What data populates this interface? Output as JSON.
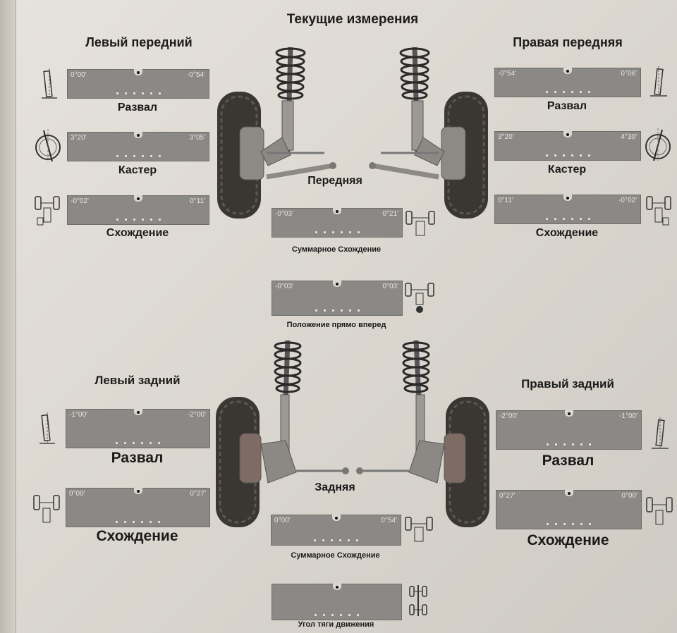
{
  "page_title": "Текущие измерения",
  "front": {
    "label": "Передняя",
    "left": {
      "title": "Левый передний",
      "camber": {
        "label": "Развал",
        "left": "0°00'",
        "right": "-0°54'"
      },
      "caster": {
        "label": "Кастер",
        "left": "3°20'",
        "right": "3°05'"
      },
      "toe": {
        "label": "Схождение",
        "left": "-0°02'",
        "right": "0°11'"
      }
    },
    "right": {
      "title": "Правая передняя",
      "camber": {
        "label": "Развал",
        "left": "-0°54'",
        "right": "0°06'"
      },
      "caster": {
        "label": "Кастер",
        "left": "3°20'",
        "right": "4°30'"
      },
      "toe": {
        "label": "Схождение",
        "left": "0°11'",
        "right": "-0°02'"
      }
    },
    "total_toe": {
      "label": "Суммарное Схождение",
      "left": "-0°03'",
      "right": "0°21'"
    },
    "straight_ahead": {
      "label": "Положение прямо вперед",
      "left": "-0°03'",
      "right": "0°03'"
    }
  },
  "rear": {
    "label": "Задняя",
    "left": {
      "title": "Левый задний",
      "camber": {
        "label": "Развал",
        "left": "-1°00'",
        "right": "-2°00'"
      },
      "toe": {
        "label": "Схождение",
        "left": "0°00'",
        "right": "0°27'"
      }
    },
    "right": {
      "title": "Правый задний",
      "camber": {
        "label": "Развал",
        "left": "-2°00'",
        "right": "-1°00'"
      },
      "toe": {
        "label": "Схождение",
        "left": "0°27'",
        "right": "0°00'"
      }
    },
    "total_toe": {
      "label": "Суммарное Схождение",
      "left": "0°00'",
      "right": "0°54'"
    },
    "thrust_angle": {
      "label": "Угол тяги движения"
    }
  }
}
